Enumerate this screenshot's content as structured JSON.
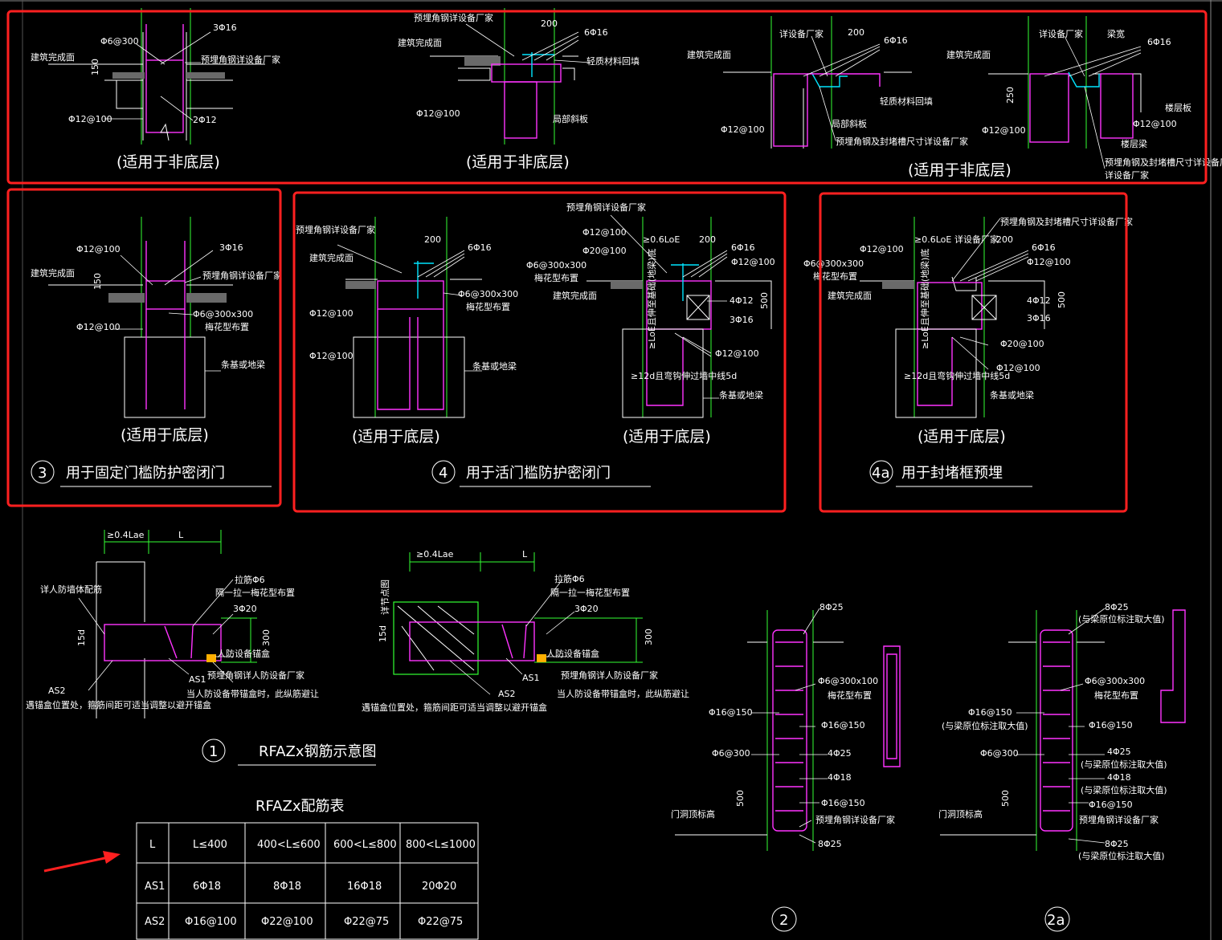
{
  "colors": {
    "rebar": "#ff33ff",
    "dimension": "#33ff33",
    "highlight": "#ff2020",
    "embed": "#00e5ff",
    "line": "#ffffff"
  },
  "labels": {
    "bldg_finish": "建筑完成面",
    "phi6_300": "Φ6@300",
    "3phi16": "3Φ16",
    "angle_steel_mfr": "预埋角钢详设备厂家",
    "phi12_100": "Φ12@100",
    "2phi12": "2Φ12",
    "dim150": "150",
    "dim200": "200",
    "dim250": "250",
    "dim500": "500",
    "dim300": "300",
    "6phi16": "6Φ16",
    "light_fill": "轻质材料回填",
    "local_slope": "局部斜板",
    "embed_detail": "预埋角钢及封堵槽尺寸详设备厂家",
    "see_mfr": "详设备厂家",
    "beam_width": "梁宽",
    "floor_slab": "楼层板",
    "floor_beam": "楼层梁",
    "phi6_300x300": "Φ6@300x300",
    "quincunx": "梅花型布置",
    "strip_beam": "条基或地梁",
    "phi20_100": "Φ20@100",
    "0_6loe": "≥0.6LoE",
    "4phi12": "4Φ12",
    "3phi16b": "3Φ16",
    "loe_anchor": "≥LoE且伸至基础(地梁)底",
    "12d": "≥12d且弯钩伸过墙中线5d",
    "04lae": "≥0.4Lae",
    "L": "L",
    "tie_phi6": "拉筋Φ6",
    "every_other": "隔一拉一梅花型布置",
    "3phi20": "3Φ20",
    "door_embed": "人防设备锚盒",
    "embed_mfr2": "预埋角钢详人防设备厂家",
    "rebar_avoid": "当人防设备带锚盒时，此纵筋避让",
    "as1": "AS1",
    "as2": "AS2",
    "adjust_note": "遇锚盒位置处，箍筋间距可适当调整以避开锚盒",
    "wall_dist": "详人防墙体配筋",
    "15d": "15d",
    "wall_width": "详节点图",
    "8phi25": "8Φ25",
    "phi6_300x100": "Φ6@300x100",
    "phi16_150": "Φ16@150",
    "phi6_300b": "Φ6@300",
    "4phi25": "4Φ25",
    "4phi18": "4Φ18",
    "door_top": "门洞顶标高",
    "same_beam": "(与梁原位标注取大值)"
  },
  "captions": {
    "c1": "(适用于非底层)",
    "c2": "(适用于非底层)",
    "c3": "(适用于非底层)",
    "c4": "(适用于底层)",
    "c5": "(适用于底层)",
    "c6": "(适用于底层)",
    "c7": "(适用于底层)"
  },
  "details": {
    "d3": {
      "num": "3",
      "title": "用于固定门槛防护密闭门"
    },
    "d4": {
      "num": "4",
      "title": "用于活门槛防护密闭门"
    },
    "d4a": {
      "num": "4a",
      "title": "用于封堵框预埋"
    },
    "d1": {
      "num": "1",
      "title": "RFAZx钢筋示意图"
    },
    "d2": {
      "num": "2"
    },
    "d2a": {
      "num": "2a"
    }
  },
  "table": {
    "title": "RFAZx配筋表",
    "header": [
      "L",
      "L≤400",
      "400<L≤600",
      "600<L≤800",
      "800<L≤1000"
    ],
    "rows": [
      [
        "AS1",
        "6Φ18",
        "8Φ18",
        "16Φ18",
        "20Φ20"
      ],
      [
        "AS2",
        "Φ16@100",
        "Φ22@100",
        "Φ22@75",
        "Φ22@75"
      ]
    ]
  }
}
